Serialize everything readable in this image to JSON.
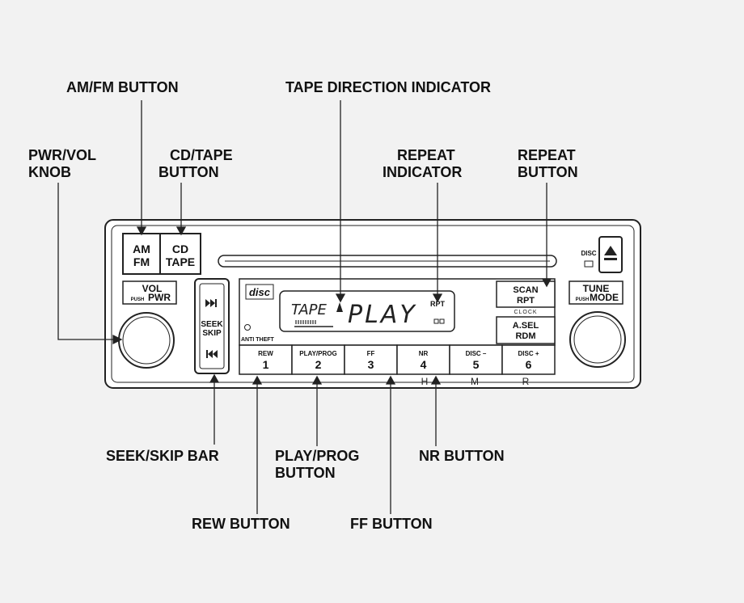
{
  "labels": {
    "am_fm_button": "AM/FM BUTTON",
    "tape_direction_indicator": "TAPE DIRECTION INDICATOR",
    "pwr_vol_knob_line1": "PWR/VOL",
    "pwr_vol_knob_line2": "KNOB",
    "cd_tape_button_line1": "CD/TAPE",
    "cd_tape_button_line2": "BUTTON",
    "repeat_indicator_line1": "REPEAT",
    "repeat_indicator_line2": "INDICATOR",
    "repeat_button_line1": "REPEAT",
    "repeat_button_line2": "BUTTON",
    "seek_skip_bar": "SEEK/SKIP BAR",
    "play_prog_button_line1": "PLAY/PROG",
    "play_prog_button_line2": "BUTTON",
    "nr_button": "NR BUTTON",
    "rew_button": "REW BUTTON",
    "ff_button": "FF BUTTON"
  },
  "radio": {
    "am": "AM",
    "fm": "FM",
    "cd": "CD",
    "tape": "TAPE",
    "vol": "VOL",
    "push": "PUSH",
    "pwr": "PWR",
    "seek": "SEEK",
    "skip": "SKIP",
    "disc_logo": "disc",
    "anti_theft": "ANTI THEFT",
    "disc_indicator": "DISC",
    "scan": "SCAN",
    "rpt": "RPT",
    "clock": "CLOCK",
    "asel": "A.SEL",
    "rdm": "RDM",
    "tune": "TUNE",
    "push_mode": "PUSH",
    "mode": "MODE",
    "display": {
      "tape": "TAPE",
      "play": "PLAY",
      "rpt": "RPT"
    },
    "presets": [
      {
        "top": "REW",
        "num": "1"
      },
      {
        "top": "PLAY/PROG",
        "num": "2"
      },
      {
        "top": "FF",
        "num": "3"
      },
      {
        "top": "NR",
        "num": "4"
      },
      {
        "top": "DISC –",
        "num": "5"
      },
      {
        "top": "DISC +",
        "num": "6"
      }
    ],
    "hmr": [
      "H",
      "M",
      "R"
    ]
  },
  "colors": {
    "line": "#222222",
    "background": "#f2f2f2",
    "panel": "#ffffff"
  }
}
